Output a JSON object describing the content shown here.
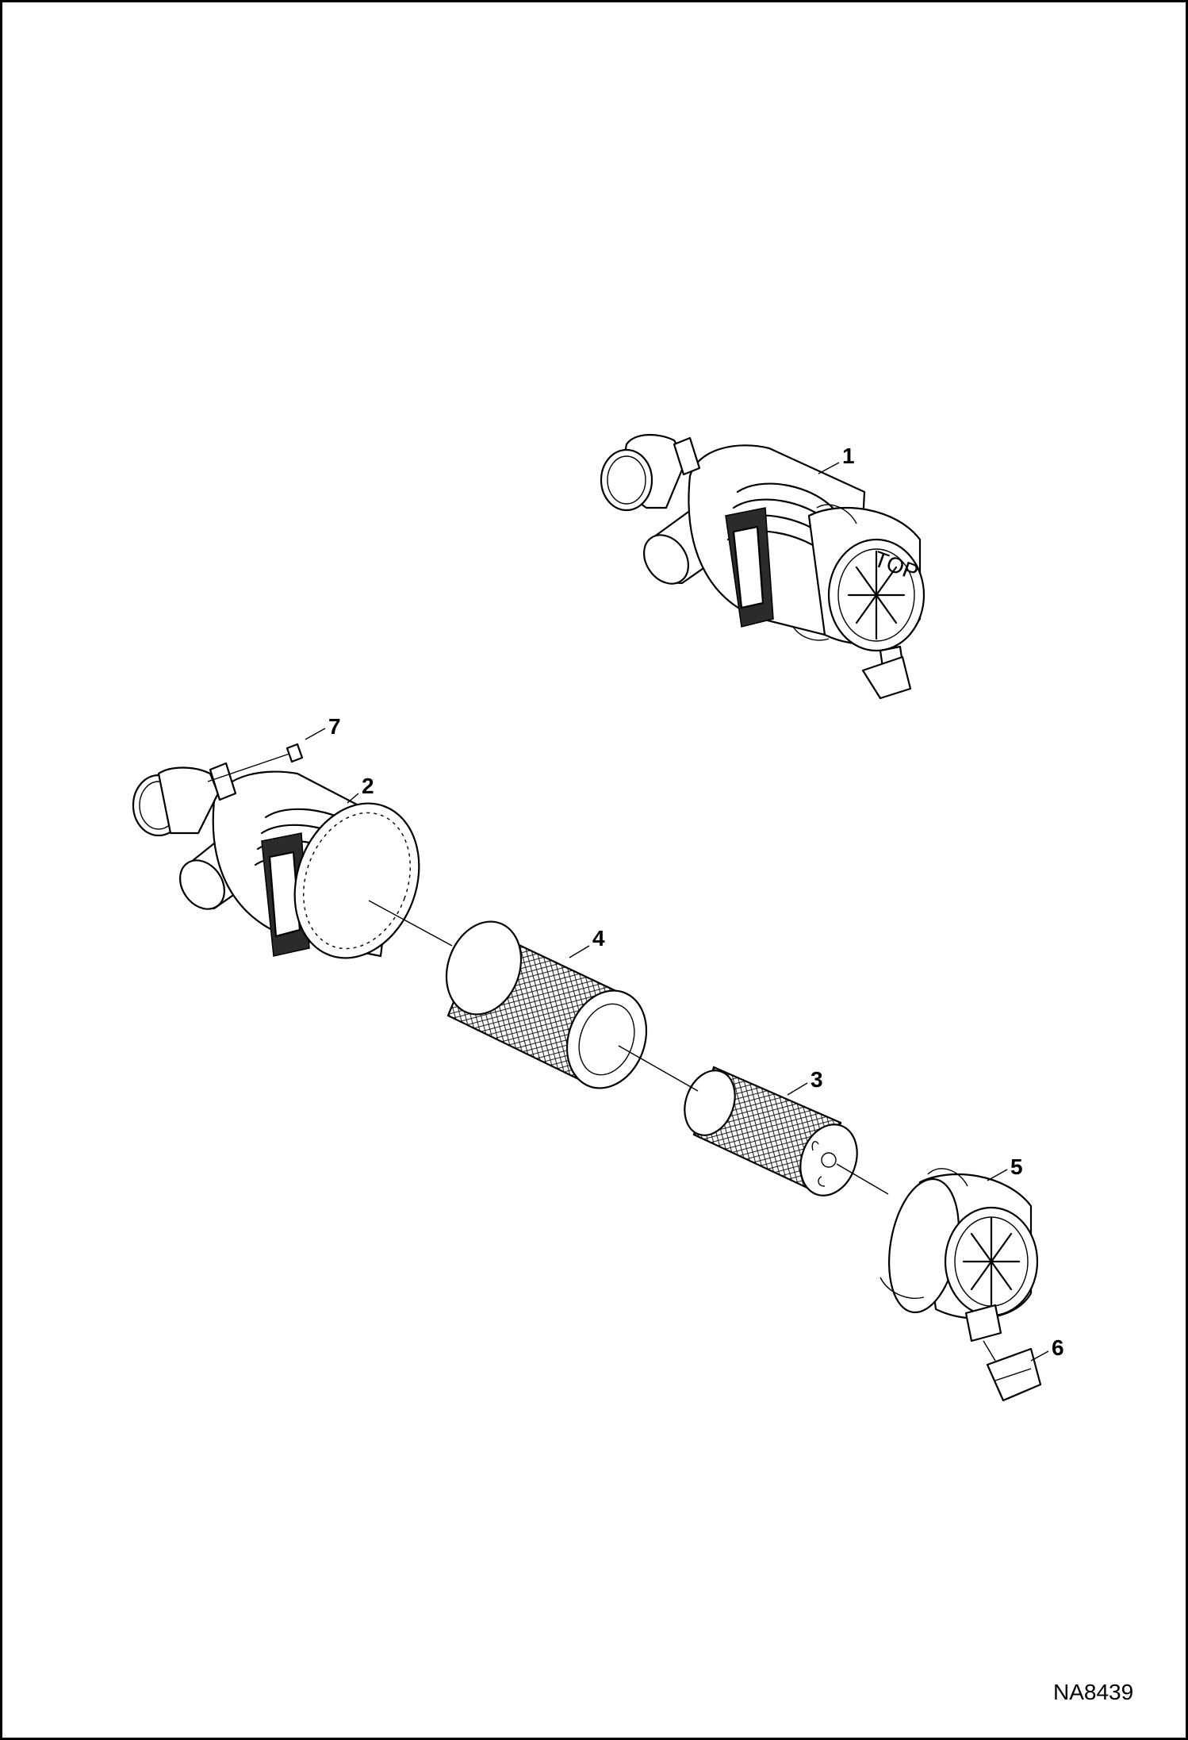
{
  "diagram": {
    "figure_id": "NA8439",
    "callouts": [
      {
        "id": "callout-1",
        "label": "1"
      },
      {
        "id": "callout-2",
        "label": "2"
      },
      {
        "id": "callout-3",
        "label": "3"
      },
      {
        "id": "callout-4",
        "label": "4"
      },
      {
        "id": "callout-5",
        "label": "5"
      },
      {
        "id": "callout-6",
        "label": "6"
      },
      {
        "id": "callout-7",
        "label": "7"
      }
    ],
    "cover_text": "TOP"
  }
}
